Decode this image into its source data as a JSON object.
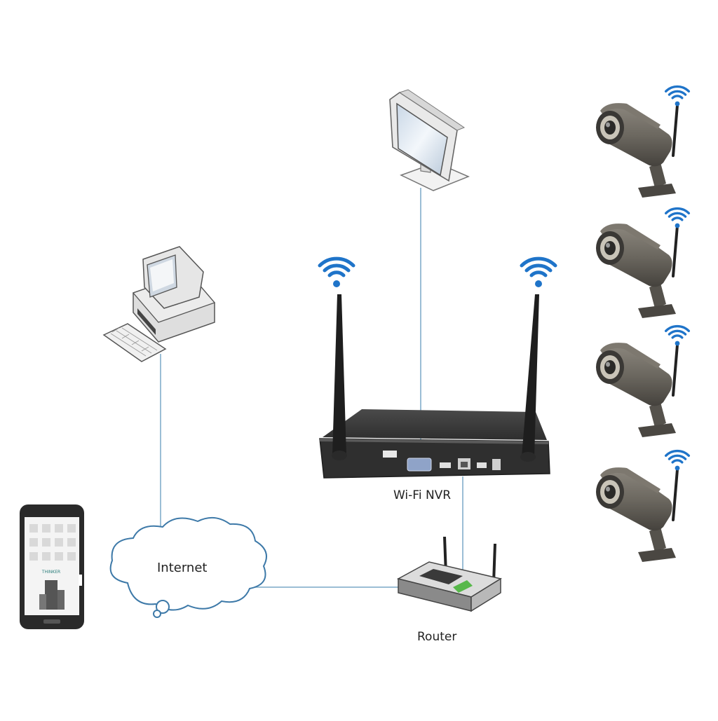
{
  "diagram": {
    "nodes": {
      "monitor": {
        "icon": "monitor-icon"
      },
      "desktop_pc": {
        "icon": "desktop-computer-icon"
      },
      "smartphone": {
        "icon": "smartphone-icon",
        "screen_text": "THINKER"
      },
      "internet": {
        "icon": "cloud-icon",
        "label": "Internet"
      },
      "nvr": {
        "icon": "nvr-recorder-icon",
        "label": "Wi-Fi NVR"
      },
      "router": {
        "icon": "router-icon",
        "label": "Router"
      },
      "cameras": [
        {
          "icon": "bullet-camera-icon"
        },
        {
          "icon": "bullet-camera-icon"
        },
        {
          "icon": "bullet-camera-icon"
        },
        {
          "icon": "bullet-camera-icon"
        }
      ]
    },
    "connections": [
      {
        "from": "monitor",
        "to": "nvr"
      },
      {
        "from": "desktop_pc",
        "to": "internet"
      },
      {
        "from": "internet",
        "to": "router"
      },
      {
        "from": "nvr",
        "to": "router"
      }
    ],
    "colors": {
      "line": "#7aa9c7",
      "wifi": "#1f74c9",
      "device_dark": "#3a3a3a",
      "camera_body": "#6b675f"
    }
  }
}
